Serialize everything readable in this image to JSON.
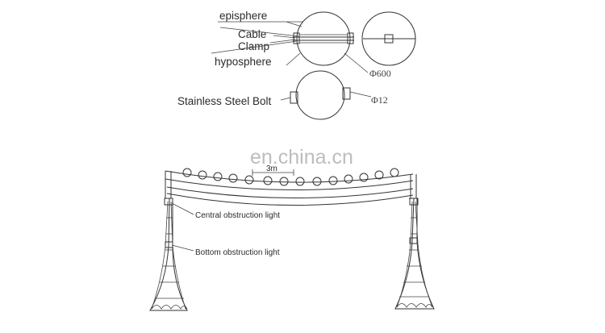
{
  "labels": {
    "episphere": "episphere",
    "cable": "Cable",
    "clamp": "Clamp",
    "hyposphere": "hyposphere",
    "phi_600": "Φ600",
    "bolt": "Stainless Steel Bolt",
    "phi_12": "Φ12",
    "dimension": "3m",
    "central_light": "Central obstruction light",
    "bottom_light": "Bottom obstruction light"
  },
  "watermark": "en.china.cn",
  "colors": {
    "line": "#333333",
    "watermark": "#bdbdbd"
  }
}
